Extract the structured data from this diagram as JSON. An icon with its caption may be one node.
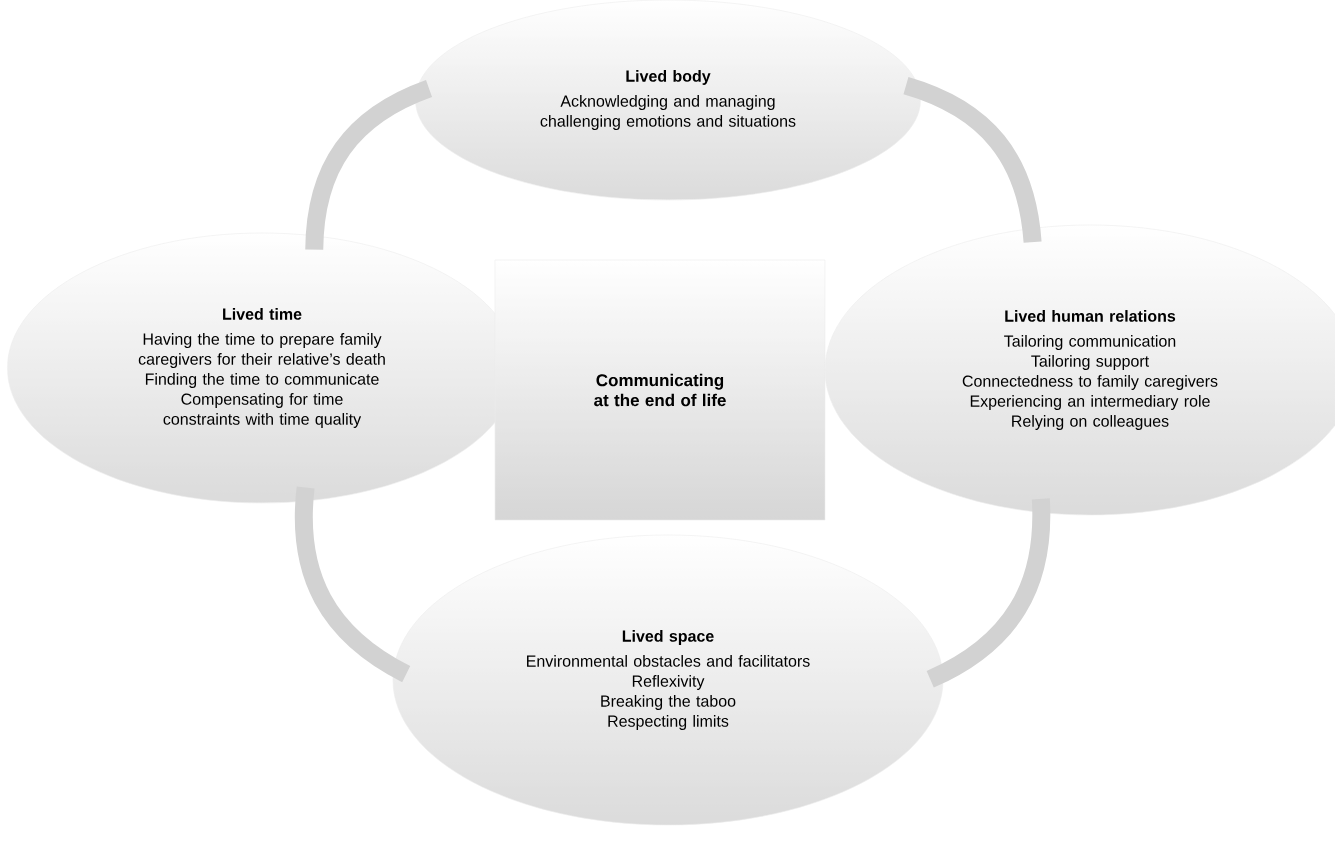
{
  "diagram": {
    "nodes": [
      {
        "text": [
          "Lived body",
          "Acknowledging and managing challenging emotions and situations"
        ]
      },
      {
        "text": [
          "Lived time",
          "Having the time to prepare family caregivers for their relative’s death",
          "Finding the time to communicate",
          "Compensating for time constraints with time quality"
        ]
      },
      {
        "text": [
          "Communicating at the end of life"
        ]
      },
      {
        "text": [
          "Lived human relations",
          "Tailoring communication",
          "Tailoring support",
          "Connectedness to family caregivers",
          "Experiencing an intermediary role",
          "Relying on colleagues"
        ]
      },
      {
        "text": [
          "Lived space",
          "Environmental obstacles and facilitators",
          "Reflexivity",
          "Breaking the taboo",
          "Respecting limits"
        ]
      }
    ],
    "edges": [
      {
        "from": 1,
        "to": 0,
        "arrow": "none"
      },
      {
        "from": 0,
        "to": 3,
        "arrow": "none"
      },
      {
        "from": 3,
        "to": 4,
        "arrow": "none"
      },
      {
        "from": 4,
        "to": 1,
        "arrow": "none"
      }
    ]
  }
}
